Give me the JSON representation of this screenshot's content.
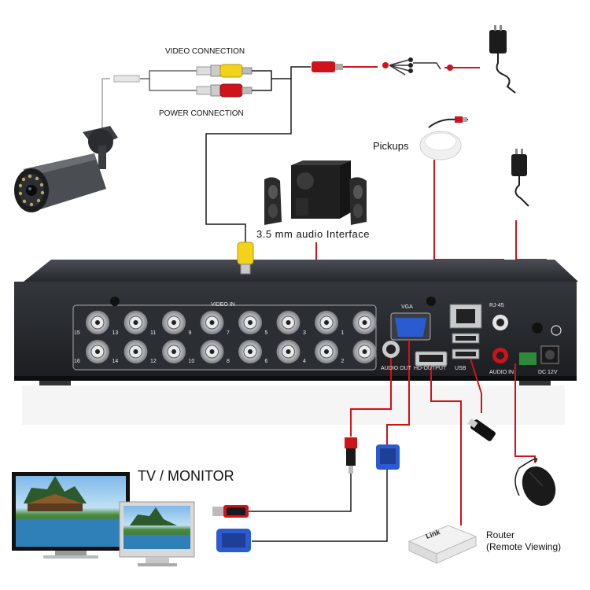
{
  "labels": {
    "video_connection": "VIDEO CONNECTION",
    "power_connection": "POWER CONNECTION",
    "pickups": "Pickups",
    "audio_interface": "3.5 mm audio Interface",
    "tv_monitor": "TV / MONITOR",
    "router_line1": "Router",
    "router_line2": "(Remote Viewing)",
    "router_brand": "Link"
  },
  "dvr_panel": {
    "video_in": "VIDEO IN",
    "vga": "VGA",
    "rj45": "RJ-45",
    "audio_out": "AUDIO OUT",
    "hd_output": "HD-OUTPUT",
    "audio_in": "AUDIO IN",
    "dc": "DC 12V",
    "usb": "USB",
    "bnc_top_numbers": [
      "15",
      "13",
      "11",
      "9",
      "7",
      "5",
      "3",
      "1"
    ],
    "bnc_bottom_numbers": [
      "16",
      "14",
      "12",
      "10",
      "8",
      "6",
      "4",
      "2"
    ]
  },
  "colors": {
    "connection_red": "#d0121b",
    "connection_black": "#1a1a1a",
    "dvr_body": "#2a2d31",
    "rca_yellow": "#f2d21a",
    "vga_blue": "#2a5bd0"
  }
}
